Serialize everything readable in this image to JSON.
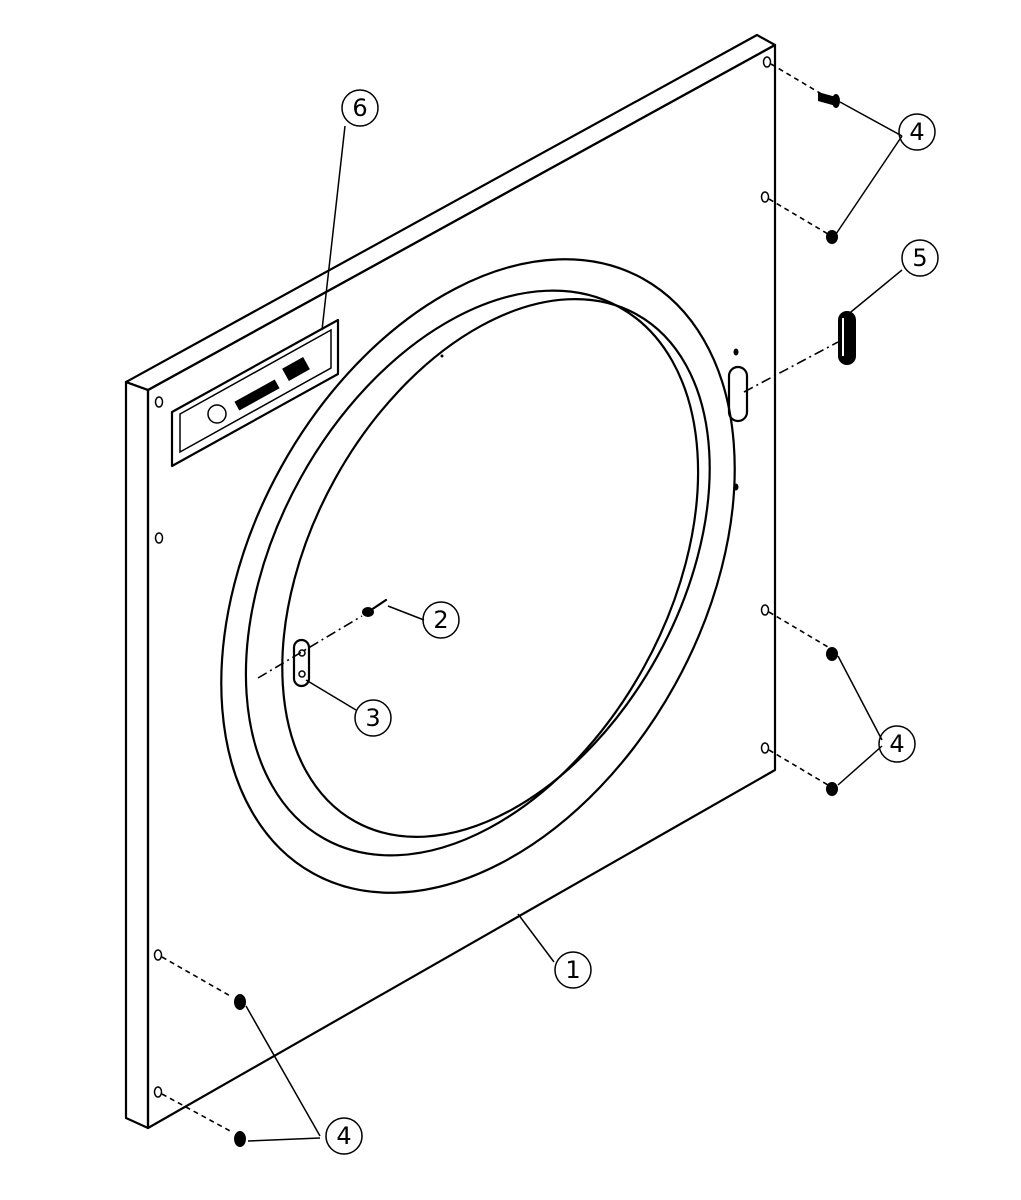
{
  "callouts": {
    "c1": "1",
    "c2": "2",
    "c3": "3",
    "c4a": "4",
    "c4b": "4",
    "c4c": "4",
    "c5": "5",
    "c6": "6"
  },
  "colors": {
    "ink": "#000000",
    "paper": "#ffffff"
  }
}
